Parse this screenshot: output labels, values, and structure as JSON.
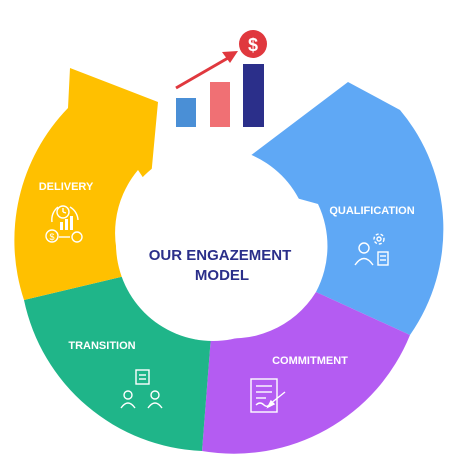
{
  "center": {
    "line1": "OUR ENGAZEMENT",
    "line2": "MODEL"
  },
  "segments": {
    "delivery": {
      "label": "DELIVERY",
      "color": "#FFC000",
      "icon": "money-cycle-chart-icon"
    },
    "qualification": {
      "label": "QUALIFICATION",
      "color": "#5FA8F5",
      "icon": "team-settings-icon"
    },
    "commitment": {
      "label": "COMMITMENT",
      "color": "#B45CF2",
      "icon": "contract-signing-icon"
    },
    "transition": {
      "label": "TRANSITION",
      "color": "#1FB589",
      "icon": "people-transfer-icon"
    }
  },
  "growth_icon": {
    "symbol": "$",
    "bar_colors": [
      "#4A8FD6",
      "#F07074",
      "#2B2F8A"
    ],
    "arrow_color": "#E0383E",
    "badge_color": "#E0383E"
  },
  "colors": {
    "center_text": "#2B2F8A",
    "background": "#ffffff"
  }
}
